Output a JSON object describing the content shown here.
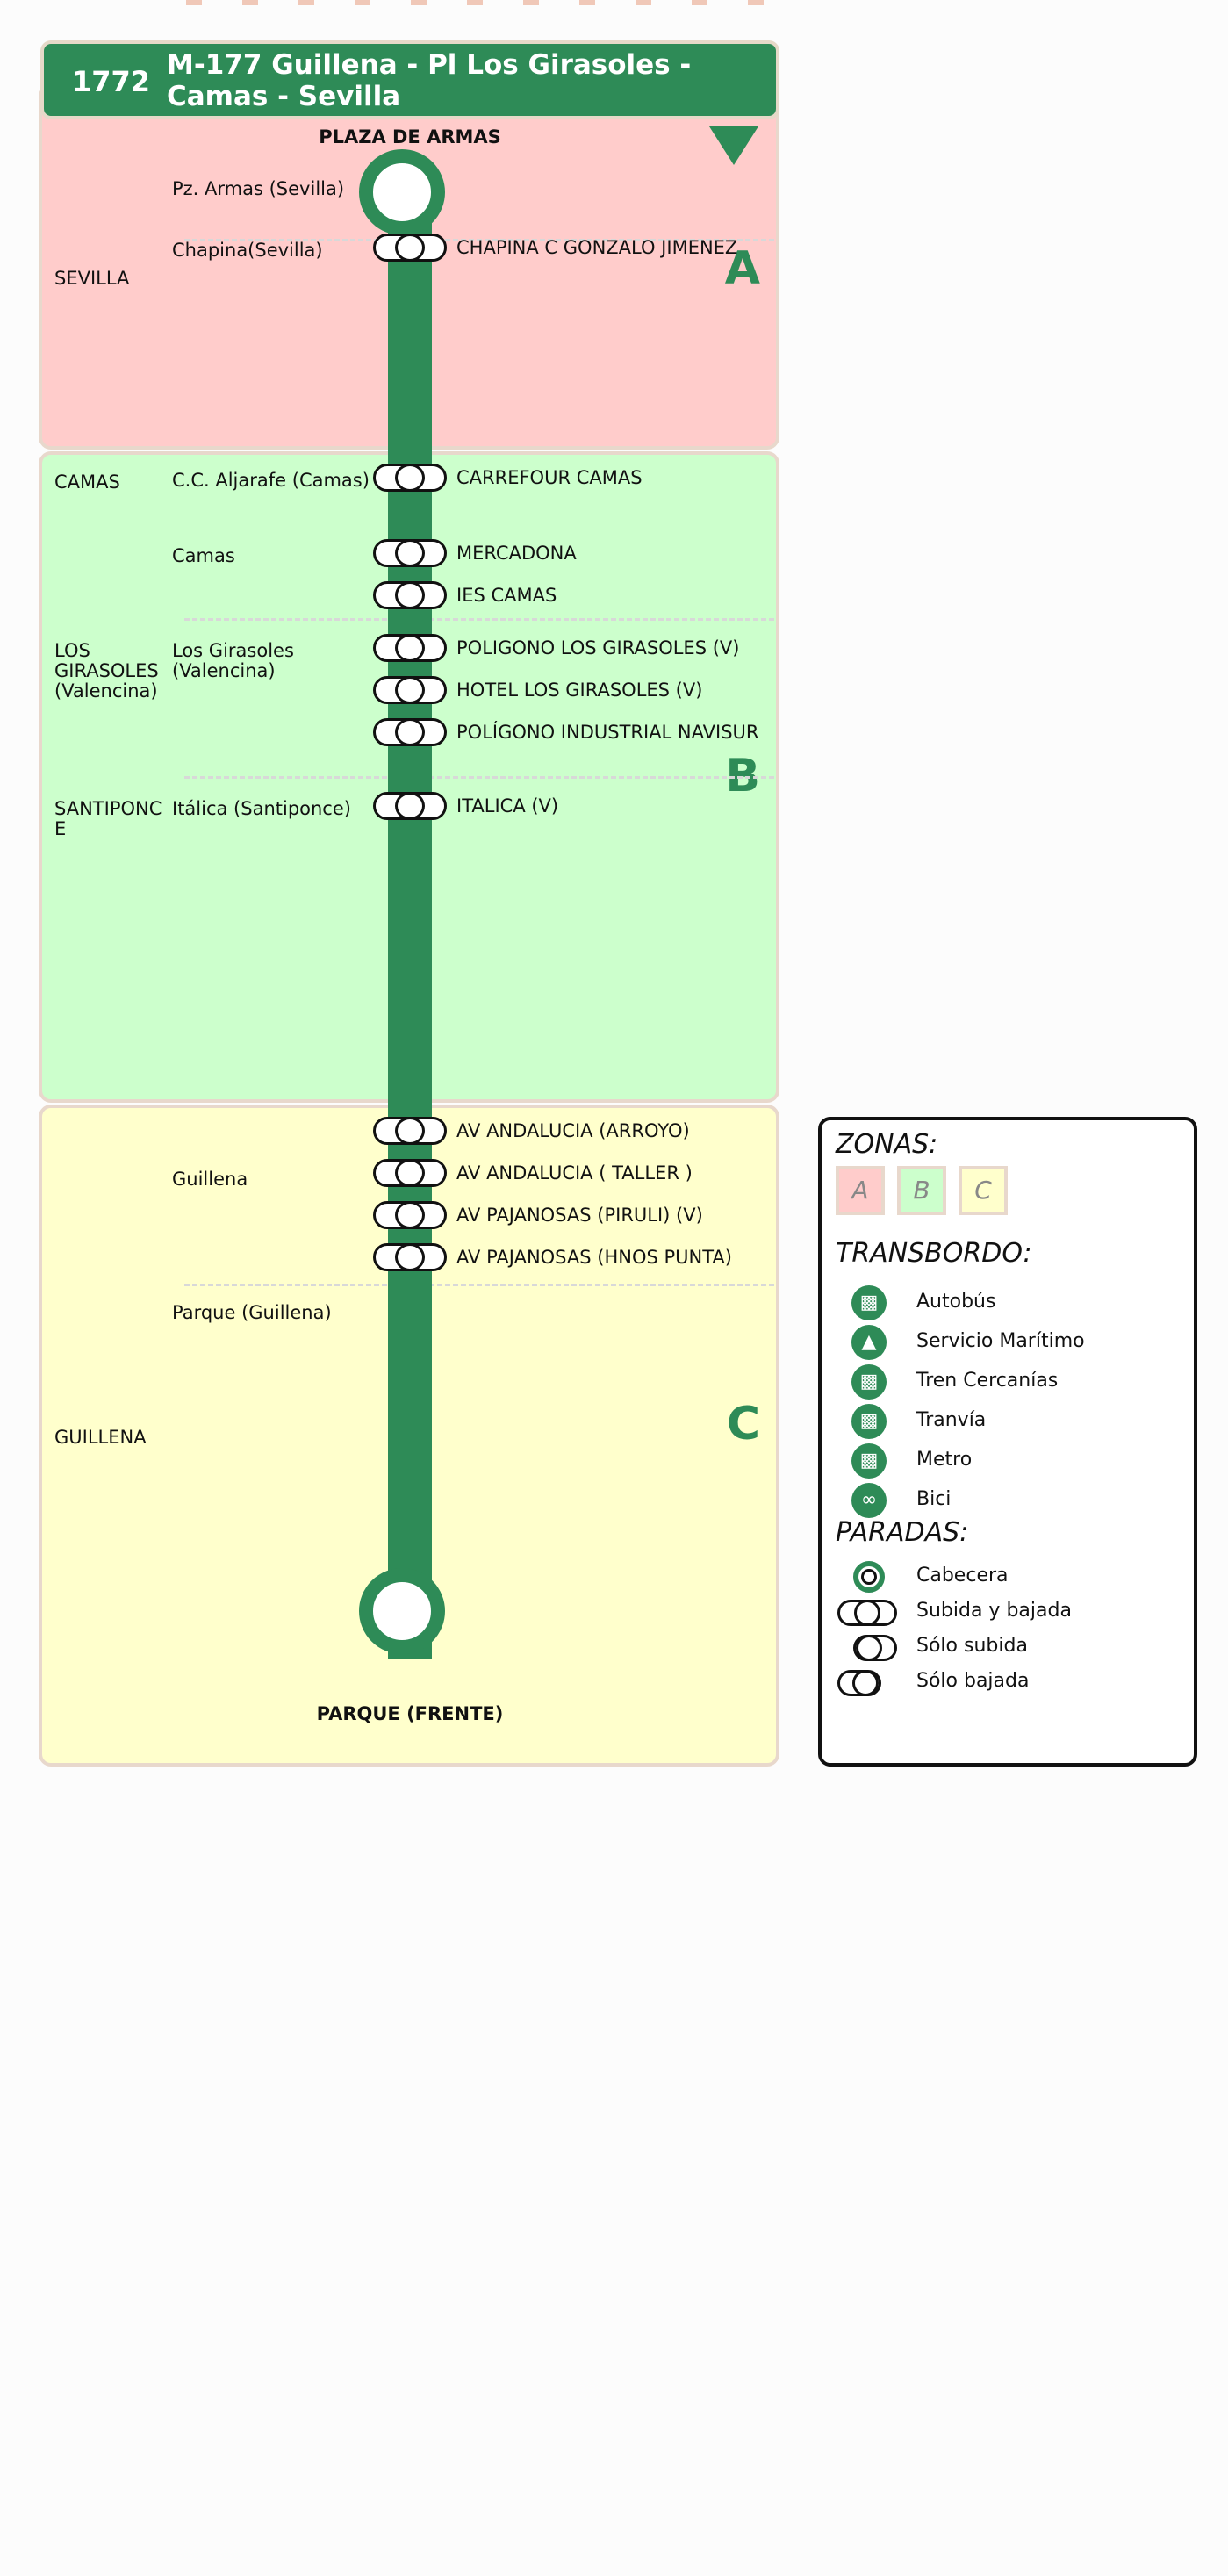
{
  "route": {
    "number": "1772",
    "name": "M-177 Guillena - Pl Los Girasoles - Camas - Sevilla"
  },
  "colors": {
    "route": "#2e8b57",
    "zone_a": "#ffcccb",
    "zone_b": "#ccffcc",
    "zone_c": "#ffffcc"
  },
  "zones": [
    "A",
    "B",
    "C"
  ],
  "terminals": {
    "start": "PLAZA DE ARMAS",
    "end": "PARQUE (FRENTE)"
  },
  "municipalities": [
    "SEVILLA",
    "CAMAS",
    "LOS GIRASOLES (Valencina)",
    "SANTIPONCE",
    "GUILLENA"
  ],
  "localities": [
    "Pz. Armas (Sevilla)",
    "Chapina(Sevilla)",
    "C.C. Aljarafe (Camas)",
    "Camas",
    "Los Girasoles (Valencina)",
    "Itálica (Santiponce)",
    "Guillena",
    "Parque (Guillena)"
  ],
  "stops": [
    "CHAPINA C GONZALO JIMENEZ",
    "CARREFOUR CAMAS",
    "MERCADONA",
    "IES CAMAS",
    "POLIGONO LOS GIRASOLES (V)",
    "HOTEL LOS GIRASOLES (V)",
    "POLÍGONO INDUSTRIAL NAVISUR",
    "ITALICA (V)",
    "AV ANDALUCIA (ARROYO)",
    "AV ANDALUCIA ( TALLER )",
    "AV PAJANOSAS (PIRULI) (V)",
    "AV PAJANOSAS (HNOS PUNTA)"
  ],
  "legend": {
    "zones_title": "ZONAS:",
    "transfer_title": "TRANSBORDO:",
    "stops_title": "PARADAS:",
    "transfers": [
      {
        "label": "Autobús",
        "icon": "bus-icon"
      },
      {
        "label": "Servicio Marítimo",
        "icon": "ferry-icon"
      },
      {
        "label": "Tren Cercanías",
        "icon": "train-icon"
      },
      {
        "label": "Tranvía",
        "icon": "tram-icon"
      },
      {
        "label": "Metro",
        "icon": "metro-icon"
      },
      {
        "label": "Bici",
        "icon": "bike-icon"
      }
    ],
    "stop_types": [
      "Cabecera",
      "Subida y bajada",
      "Sólo subida",
      "Sólo bajada"
    ]
  }
}
